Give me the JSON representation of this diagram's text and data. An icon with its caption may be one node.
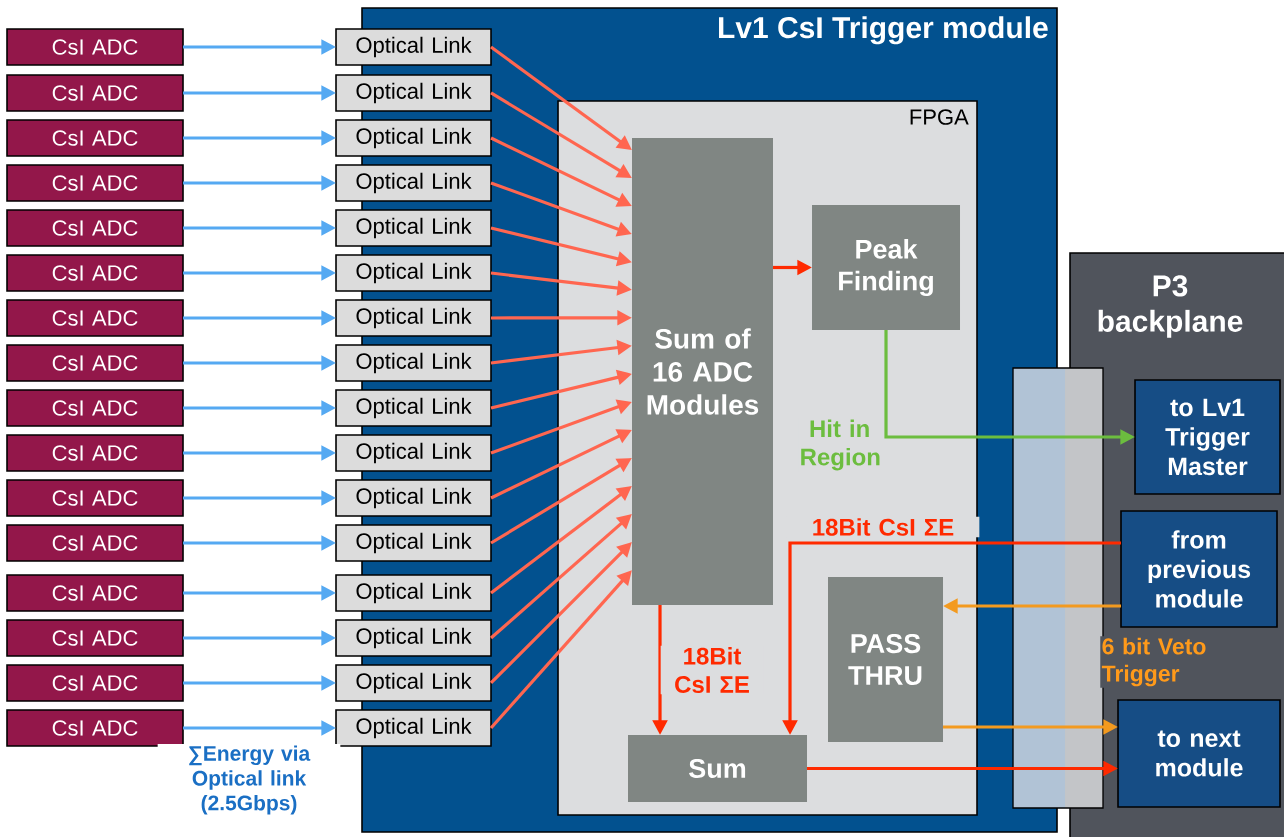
{
  "diagram": {
    "nodes": [
      {
        "text": [
          "Lv1 CsI Trigger module"
        ]
      },
      {
        "text": [
          "FPGA"
        ],
        "in": 0
      },
      {
        "text": [
          "Sum of 16 ADC Modules"
        ],
        "in": 1
      },
      {
        "text": [
          "Peak Finding"
        ],
        "in": 1
      },
      {
        "text": [
          "PASS THRU"
        ],
        "in": 1
      },
      {
        "text": [
          "Sum"
        ],
        "in": 1
      },
      {
        "text": [
          "P3 backplane"
        ]
      },
      {
        "text": [
          "to Lv1 Trigger Master"
        ],
        "in": 6
      },
      {
        "text": [
          "from previous module"
        ],
        "in": 6
      },
      {
        "text": [
          "to next module"
        ],
        "in": 6
      },
      {
        "text": [
          "CsI ADC"
        ]
      },
      {
        "text": [
          "CsI ADC"
        ]
      },
      {
        "text": [
          "CsI ADC"
        ]
      },
      {
        "text": [
          "CsI ADC"
        ]
      },
      {
        "text": [
          "CsI ADC"
        ]
      },
      {
        "text": [
          "CsI ADC"
        ]
      },
      {
        "text": [
          "CsI ADC"
        ]
      },
      {
        "text": [
          "CsI ADC"
        ]
      },
      {
        "text": [
          "CsI ADC"
        ]
      },
      {
        "text": [
          "CsI ADC"
        ]
      },
      {
        "text": [
          "CsI ADC"
        ]
      },
      {
        "text": [
          "CsI ADC"
        ]
      },
      {
        "text": [
          "CsI ADC"
        ]
      },
      {
        "text": [
          "CsI ADC"
        ]
      },
      {
        "text": [
          "CsI ADC"
        ]
      },
      {
        "text": [
          "CsI ADC"
        ]
      },
      {
        "text": [
          "Optical Link"
        ]
      },
      {
        "text": [
          "Optical Link"
        ]
      },
      {
        "text": [
          "Optical Link"
        ]
      },
      {
        "text": [
          "Optical Link"
        ]
      },
      {
        "text": [
          "Optical Link"
        ]
      },
      {
        "text": [
          "Optical Link"
        ]
      },
      {
        "text": [
          "Optical Link"
        ]
      },
      {
        "text": [
          "Optical Link"
        ]
      },
      {
        "text": [
          "Optical Link"
        ]
      },
      {
        "text": [
          "Optical Link"
        ]
      },
      {
        "text": [
          "Optical Link"
        ]
      },
      {
        "text": [
          "Optical Link"
        ]
      },
      {
        "text": [
          "Optical Link"
        ]
      },
      {
        "text": [
          "Optical Link"
        ]
      },
      {
        "text": [
          "Optical Link"
        ]
      },
      {
        "text": [
          "Optical Link"
        ]
      }
    ],
    "edges": [
      {
        "from": 10,
        "to": 26,
        "arrow": "to",
        "color": "#55a9f2"
      },
      {
        "from": 11,
        "to": 27,
        "arrow": "to",
        "color": "#55a9f2"
      },
      {
        "from": 12,
        "to": 28,
        "arrow": "to",
        "color": "#55a9f2"
      },
      {
        "from": 13,
        "to": 29,
        "arrow": "to",
        "color": "#55a9f2"
      },
      {
        "from": 14,
        "to": 30,
        "arrow": "to",
        "color": "#55a9f2"
      },
      {
        "from": 15,
        "to": 31,
        "arrow": "to",
        "color": "#55a9f2"
      },
      {
        "from": 16,
        "to": 32,
        "arrow": "to",
        "color": "#55a9f2"
      },
      {
        "from": 17,
        "to": 33,
        "arrow": "to",
        "color": "#55a9f2"
      },
      {
        "from": 18,
        "to": 34,
        "arrow": "to",
        "color": "#55a9f2"
      },
      {
        "from": 19,
        "to": 35,
        "arrow": "to",
        "color": "#55a9f2"
      },
      {
        "from": 20,
        "to": 36,
        "arrow": "to",
        "color": "#55a9f2"
      },
      {
        "from": 21,
        "to": 37,
        "arrow": "to",
        "color": "#55a9f2"
      },
      {
        "from": 22,
        "to": 38,
        "arrow": "to",
        "color": "#55a9f2"
      },
      {
        "from": 23,
        "to": 39,
        "arrow": "to",
        "color": "#55a9f2"
      },
      {
        "from": 24,
        "to": 40,
        "arrow": "to",
        "color": "#55a9f2"
      },
      {
        "from": 25,
        "to": 41,
        "arrow": "to",
        "color": "#55a9f2"
      },
      {
        "from": 26,
        "to": 2,
        "arrow": "to",
        "color": "#ff6650"
      },
      {
        "from": 27,
        "to": 2,
        "arrow": "to",
        "color": "#ff6650"
      },
      {
        "from": 28,
        "to": 2,
        "arrow": "to",
        "color": "#ff6650"
      },
      {
        "from": 29,
        "to": 2,
        "arrow": "to",
        "color": "#ff6650"
      },
      {
        "from": 30,
        "to": 2,
        "arrow": "to",
        "color": "#ff6650"
      },
      {
        "from": 31,
        "to": 2,
        "arrow": "to",
        "color": "#ff6650"
      },
      {
        "from": 32,
        "to": 2,
        "arrow": "to",
        "color": "#ff6650"
      },
      {
        "from": 33,
        "to": 2,
        "arrow": "to",
        "color": "#ff6650"
      },
      {
        "from": 34,
        "to": 2,
        "arrow": "to",
        "color": "#ff6650"
      },
      {
        "from": 35,
        "to": 2,
        "arrow": "to",
        "color": "#ff6650"
      },
      {
        "from": 36,
        "to": 2,
        "arrow": "to",
        "color": "#ff6650"
      },
      {
        "from": 37,
        "to": 2,
        "arrow": "to",
        "color": "#ff6650"
      },
      {
        "from": 38,
        "to": 2,
        "arrow": "to",
        "color": "#ff6650"
      },
      {
        "from": 39,
        "to": 2,
        "arrow": "to",
        "color": "#ff6650"
      },
      {
        "from": 40,
        "to": 2,
        "arrow": "to",
        "color": "#ff6650"
      },
      {
        "from": 41,
        "to": 2,
        "arrow": "to",
        "color": "#ff6650"
      },
      {
        "from": 2,
        "to": 3,
        "arrow": "to",
        "color": "#ff2a00"
      },
      {
        "from": 3,
        "to": 7,
        "arrow": "to",
        "color": "#6cbd3f",
        "label": "Hit in Region"
      },
      {
        "from": 2,
        "to": 5,
        "arrow": "to",
        "color": "#ff2a00",
        "label": "18Bit CsI ΣE"
      },
      {
        "from": 8,
        "to": 5,
        "arrow": "to",
        "color": "#ff2a00",
        "label": "18Bit CsI ΣE"
      },
      {
        "from": 8,
        "to": 4,
        "arrow": "to",
        "color": "#f39a1f"
      },
      {
        "from": 4,
        "to": 9,
        "arrow": "to",
        "color": "#f39a1f"
      },
      {
        "from": 5,
        "to": 9,
        "arrow": "to",
        "color": "#ff2a00"
      }
    ],
    "labels": [
      "6 bit Veto Trigger",
      "∑Energy via Optical link (2.5Gbps)"
    ]
  }
}
